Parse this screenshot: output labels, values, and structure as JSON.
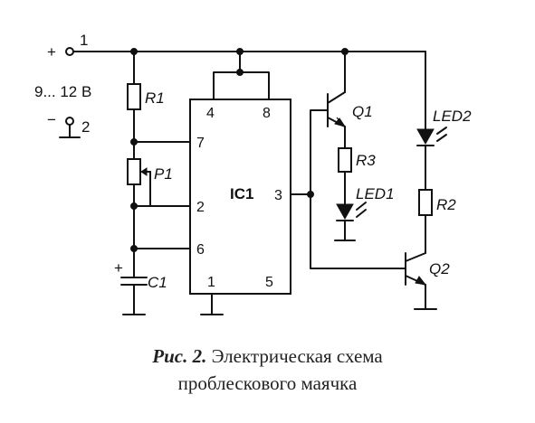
{
  "labels": {
    "plus": "+",
    "minus": "−",
    "node1": "1",
    "node2": "2",
    "voltage": "9... 12 B",
    "r1": "R1",
    "p1": "P1",
    "c1": "C1",
    "c1_polarity": "+",
    "r3": "R3",
    "r2": "R2",
    "led1": "LED1",
    "led2": "LED2",
    "q1": "Q1",
    "q2": "Q2",
    "ic": "IC1",
    "pins": {
      "p1": "1",
      "p2": "2",
      "p3": "3",
      "p4": "4",
      "p5": "5",
      "p6": "6",
      "p7": "7",
      "p8": "8"
    }
  },
  "caption": {
    "prefix": "Рис. 2.",
    "line1": "Электрическая схема",
    "line2": "проблескового маячка"
  }
}
